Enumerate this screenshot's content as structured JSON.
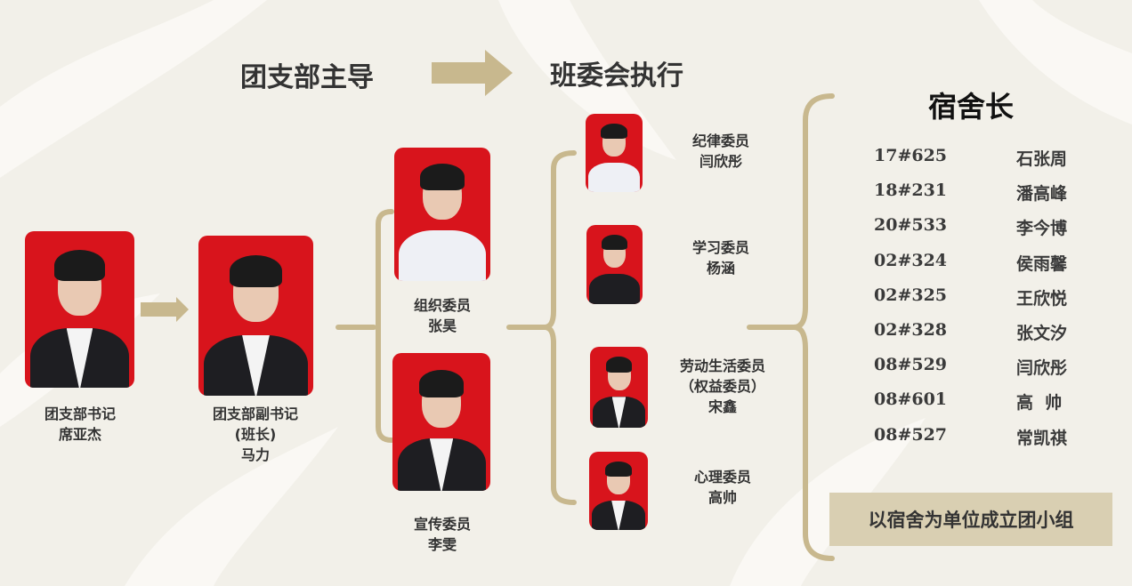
{
  "headings": {
    "left": "团支部主导",
    "right": "班委会执行",
    "dorm": "宿舍长"
  },
  "colors": {
    "accent": "#c8b88e",
    "photo_bg": "#d8141c",
    "background": "#f2f0e9"
  },
  "people": {
    "secretary": {
      "role": "团支部书记",
      "name": "席亚杰"
    },
    "deputy": {
      "role": "团支部副书记",
      "sub": "(班长)",
      "name": "马力"
    },
    "organize": {
      "role": "组织委员",
      "name": "张昊"
    },
    "publicity": {
      "role": "宣传委员",
      "name": "李雯"
    },
    "discipline": {
      "role": "纪律委员",
      "name": "闫欣彤"
    },
    "study": {
      "role": "学习委员",
      "name": "杨涵"
    },
    "labor": {
      "role": "劳动生活委员",
      "sub": "（权益委员）",
      "name": "宋鑫"
    },
    "psych": {
      "role": "心理委员",
      "name": "高帅"
    }
  },
  "dorms": [
    {
      "room": "17#625",
      "name": "石张周"
    },
    {
      "room": "18#231",
      "name": "潘高峰"
    },
    {
      "room": "20#533",
      "name": "李今博"
    },
    {
      "room": "02#324",
      "name": "侯雨馨"
    },
    {
      "room": "02#325",
      "name": "王欣悦"
    },
    {
      "room": "02#328",
      "name": "张文汐"
    },
    {
      "room": "08#529",
      "name": "闫欣彤"
    },
    {
      "room": "08#601",
      "name": "高  帅"
    },
    {
      "room": "08#527",
      "name": "常凯祺"
    }
  ],
  "footer_box": "以宿舍为单位成立团小组"
}
